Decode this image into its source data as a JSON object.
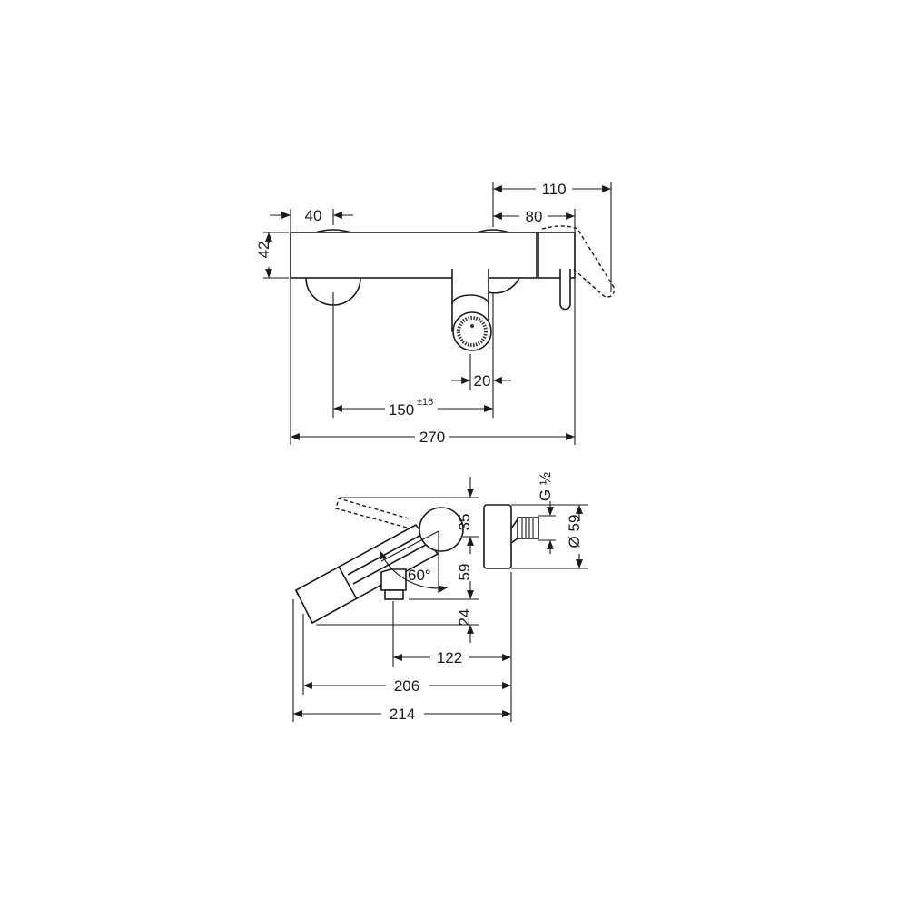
{
  "title": "Wall-mounted bath mixer dimension drawing",
  "front_view": {
    "dim_110": "110",
    "dim_80": "80",
    "dim_40": "40",
    "dim_42": "42",
    "dim_20": "20",
    "dim_150": "150",
    "dim_150_tolerance": "±16",
    "dim_270": "270"
  },
  "side_view": {
    "dim_35": "35",
    "dim_59": "59",
    "dim_24": "24",
    "dim_g": "G ½",
    "dim_diameter": "Ø 59",
    "angle": "60°",
    "dim_122": "122",
    "dim_206": "206",
    "dim_214": "214"
  }
}
